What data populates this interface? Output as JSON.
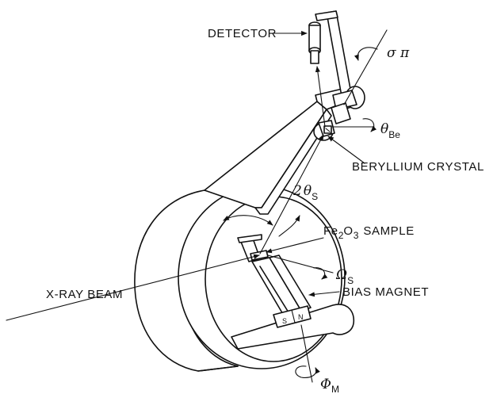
{
  "labels": {
    "detector": "DETECTOR",
    "beryllium_crystal": "BERYLLIUM CRYSTAL",
    "sample": "SAMPLE",
    "x_ray_beam": "X-RAY BEAM",
    "bias_magnet": "BIAS MAGNET"
  },
  "sample_formula": {
    "fe": "Fe",
    "fe_sub": "2",
    "o": "O",
    "o_sub": "3"
  },
  "symbols": {
    "sigma_pi": "σ π",
    "theta_be": "θ",
    "theta_be_sub": "Be",
    "two_theta_coeff": "2",
    "two_theta": "θ",
    "two_theta_sub": "S",
    "omega": "Ω",
    "omega_sub": "S",
    "phi": "Φ",
    "phi_sub": "M"
  },
  "magnet_poles": {
    "south": "S",
    "north": "N"
  }
}
